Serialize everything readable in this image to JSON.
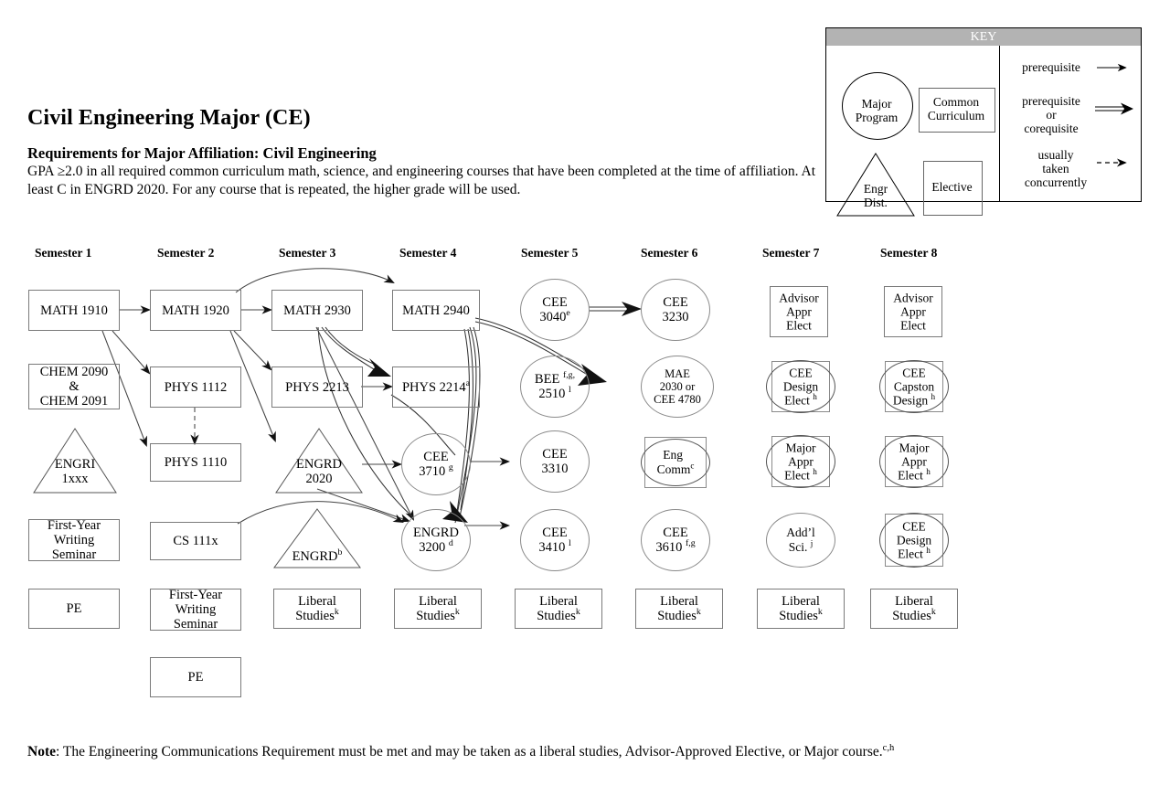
{
  "header": {
    "title": "Civil Engineering Major (CE)",
    "subtitle": "Requirements for Major Affiliation:  Civil Engineering",
    "body": "GPA ≥2.0 in all required common curriculum math, science, and engineering courses that have been completed at the time of affiliation. At least C in ENGRD 2020. For any course that is repeated, the higher grade will be used."
  },
  "note": {
    "label": "Note",
    "text": ": The Engineering Communications Requirement must be met and may be taken as a liberal studies, Advisor-Approved Elective, or Major course.",
    "sup": "c,h"
  },
  "key": {
    "title": "KEY",
    "shapes": [
      {
        "name": "major-program",
        "label": "Major\nProgram",
        "shape": "circle"
      },
      {
        "name": "common-curriculum",
        "label": "Common\nCurriculum",
        "shape": "rect"
      },
      {
        "name": "engr-dist",
        "label": "Engr\nDist.",
        "shape": "triangle"
      },
      {
        "name": "elective",
        "label": "Elective",
        "shape": "rect"
      }
    ],
    "arrows": [
      {
        "name": "prerequisite",
        "label": "prerequisite",
        "style": "single"
      },
      {
        "name": "prerequisite-or-corequisite",
        "label": "prerequisite\nor\ncorequisite",
        "style": "double"
      },
      {
        "name": "usually-taken-concurrently",
        "label": "usually\ntaken\nconcurrently",
        "style": "dashed"
      }
    ]
  },
  "semesters": [
    {
      "name": "semester-1",
      "label": "Semester 1"
    },
    {
      "name": "semester-2",
      "label": "Semester 2"
    },
    {
      "name": "semester-3",
      "label": "Semester 3"
    },
    {
      "name": "semester-4",
      "label": "Semester 4"
    },
    {
      "name": "semester-5",
      "label": "Semester 5"
    },
    {
      "name": "semester-6",
      "label": "Semester 6"
    },
    {
      "name": "semester-7",
      "label": "Semester 7"
    },
    {
      "name": "semester-8",
      "label": "Semester 8"
    }
  ],
  "nodes": {
    "math1910": {
      "label": "MATH 1910"
    },
    "chem2090": {
      "label": "CHEM 2090\n&\nCHEM 2091"
    },
    "engri1xxx": {
      "label": "ENGRI\n1xxx"
    },
    "fws1": {
      "label": "First-Year\nWriting\nSeminar"
    },
    "pe1": {
      "label": "PE"
    },
    "math1920": {
      "label": "MATH 1920"
    },
    "phys1112": {
      "label": "PHYS 1112"
    },
    "phys1110": {
      "label": "PHYS 1110"
    },
    "cs111x": {
      "label": "CS  111x"
    },
    "fws2": {
      "label": "First-Year\nWriting\nSeminar"
    },
    "pe2": {
      "label": "PE"
    },
    "math2930": {
      "label": "MATH 2930"
    },
    "phys2213": {
      "label": "PHYS 2213"
    },
    "engrd2020": {
      "label": "ENGRD\n2020"
    },
    "engrdb": {
      "label": "ENGRD",
      "sup": "b"
    },
    "lib3": {
      "label": "Liberal\nStudies",
      "sup": "k"
    },
    "math2940": {
      "label": "MATH 2940"
    },
    "phys2214": {
      "label": "PHYS 2214",
      "sup": "a"
    },
    "cee3710": {
      "label": "CEE\n3710",
      "sup": "g"
    },
    "engrd3200": {
      "label": "ENGRD\n3200",
      "sup": "d"
    },
    "lib4": {
      "label": "Liberal\nStudies",
      "sup": "k"
    },
    "cee3040": {
      "label": "CEE\n3040",
      "sup": "e"
    },
    "bee2510": {
      "label": "BEE\n2510",
      "sup": "f,g,",
      "sup2": "l"
    },
    "cee3310": {
      "label": "CEE\n3310"
    },
    "cee3410": {
      "label": "CEE\n3410",
      "sup": "l"
    },
    "lib5": {
      "label": "Liberal\nStudies",
      "sup": "k"
    },
    "cee3230": {
      "label": "CEE\n3230"
    },
    "mae2030": {
      "label": "MAE\n2030 or\nCEE 4780"
    },
    "engcomm": {
      "label": "Eng\nComm",
      "sup": "c"
    },
    "cee3610": {
      "label": "CEE\n3610",
      "sup": "f,g"
    },
    "lib6": {
      "label": "Liberal\nStudies",
      "sup": "k"
    },
    "adv7": {
      "label": "Advisor\nAppr\nElect"
    },
    "ceedes7": {
      "label": "CEE\nDesign\nElect",
      "sup": "h"
    },
    "major7": {
      "label": "Major\nAppr\nElect",
      "sup": "h"
    },
    "addlsci": {
      "label": "Add’l\nSci.",
      "sup": "j"
    },
    "lib7": {
      "label": "Liberal\nStudies",
      "sup": "k"
    },
    "adv8": {
      "label": "Advisor\nAppr\nElect"
    },
    "capstone": {
      "label": "CEE\nCapston\nDesign",
      "sup": "h"
    },
    "major8": {
      "label": "Major\nAppr\nElect",
      "sup": "h"
    },
    "ceedes8": {
      "label": "CEE\nDesign\nElect",
      "sup": "h"
    },
    "lib8": {
      "label": "Liberal\nStudies",
      "sup": "k"
    }
  },
  "colors": {
    "key_header_bg": "#b3b3b3",
    "key_header_fg": "#ffffff",
    "node_stroke": "#7a7a7a",
    "line": "#333333"
  }
}
